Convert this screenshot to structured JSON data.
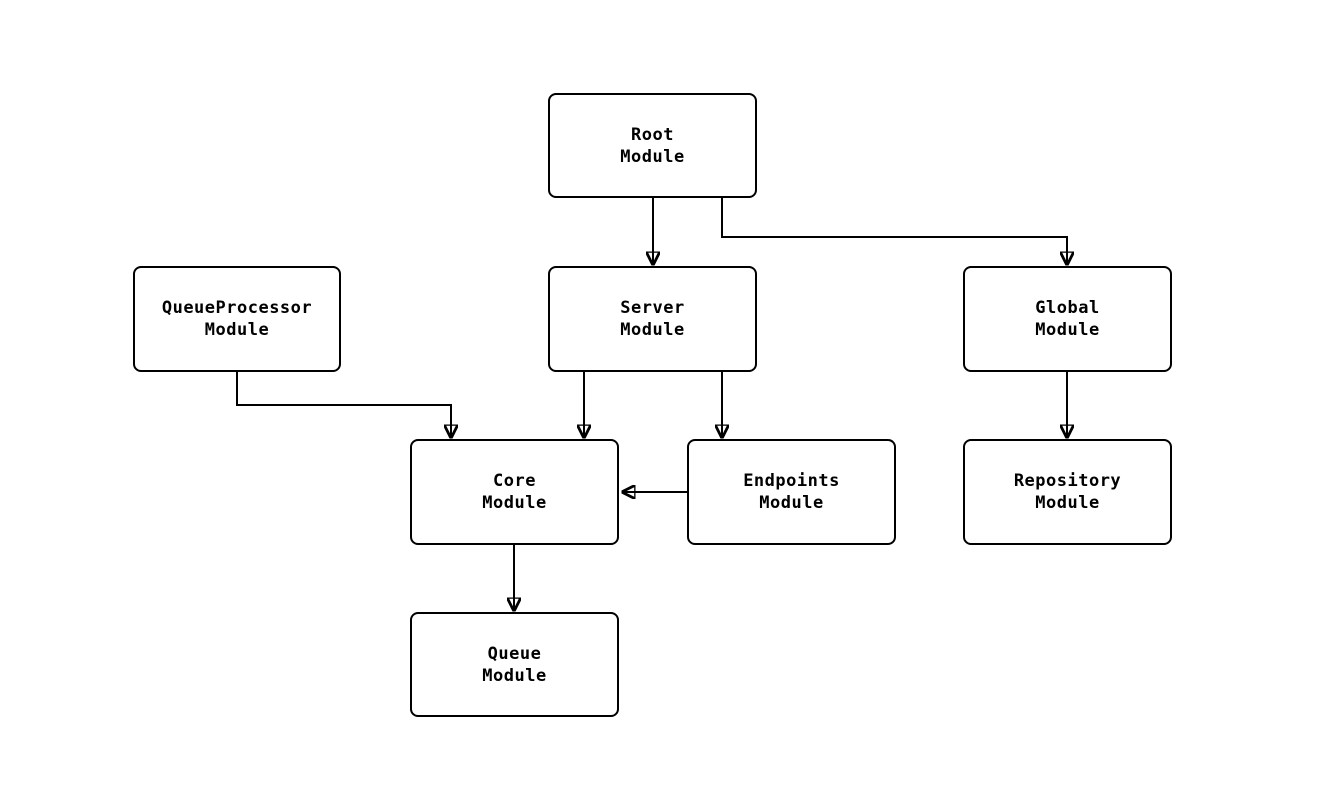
{
  "diagram": {
    "type": "module-dependency-graph",
    "background_color": "#ffffff",
    "stroke_color": "#000000",
    "node_fill_color": "#ffffff",
    "text_color": "#000000",
    "nodes": [
      {
        "id": "root",
        "label": "Root\nModule"
      },
      {
        "id": "server",
        "label": "Server\nModule"
      },
      {
        "id": "global",
        "label": "Global\nModule"
      },
      {
        "id": "queueprocessor",
        "label": "QueueProcessor\nModule"
      },
      {
        "id": "core",
        "label": "Core\nModule"
      },
      {
        "id": "endpoints",
        "label": "Endpoints\nModule"
      },
      {
        "id": "repository",
        "label": "Repository\nModule"
      },
      {
        "id": "queue",
        "label": "Queue\nModule"
      }
    ],
    "edges": [
      {
        "from": "root",
        "to": "server"
      },
      {
        "from": "root",
        "to": "global"
      },
      {
        "from": "server",
        "to": "core"
      },
      {
        "from": "server",
        "to": "endpoints"
      },
      {
        "from": "queueprocessor",
        "to": "core"
      },
      {
        "from": "endpoints",
        "to": "core"
      },
      {
        "from": "global",
        "to": "repository"
      },
      {
        "from": "core",
        "to": "queue"
      }
    ]
  }
}
